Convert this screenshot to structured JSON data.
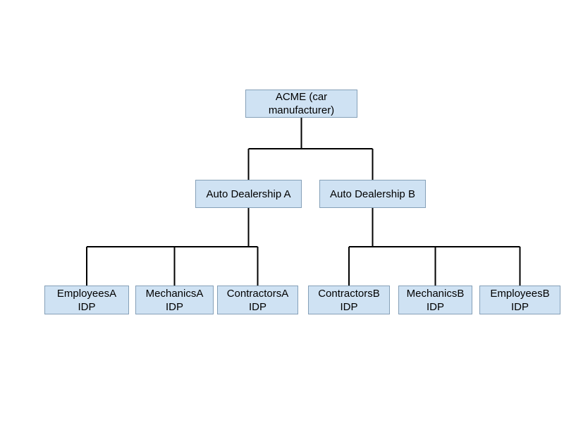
{
  "colors": {
    "background": "#ffffff",
    "node_fill": "#cfe2f3",
    "node_border": "#85a0b8",
    "text": "#000000",
    "connector": "#000000"
  },
  "nodes": {
    "acme": {
      "label": "ACME (car\nmanufacturer)"
    },
    "dealership_a": {
      "label": "Auto Dealership A"
    },
    "dealership_b": {
      "label": "Auto Dealership B"
    },
    "employees_a": {
      "label": "EmployeesA\nIDP"
    },
    "mechanics_a": {
      "label": "MechanicsA\nIDP"
    },
    "contractors_a": {
      "label": "ContractorsA\nIDP"
    },
    "contractors_b": {
      "label": "ContractorsB\nIDP"
    },
    "mechanics_b": {
      "label": "MechanicsB\nIDP"
    },
    "employees_b": {
      "label": "EmployeesB\nIDP"
    }
  },
  "edges": [
    {
      "from": "acme",
      "to": "dealership_a"
    },
    {
      "from": "acme",
      "to": "dealership_b"
    },
    {
      "from": "dealership_a",
      "to": "employees_a"
    },
    {
      "from": "dealership_a",
      "to": "mechanics_a"
    },
    {
      "from": "dealership_a",
      "to": "contractors_a"
    },
    {
      "from": "dealership_b",
      "to": "contractors_b"
    },
    {
      "from": "dealership_b",
      "to": "mechanics_b"
    },
    {
      "from": "dealership_b",
      "to": "employees_b"
    }
  ]
}
